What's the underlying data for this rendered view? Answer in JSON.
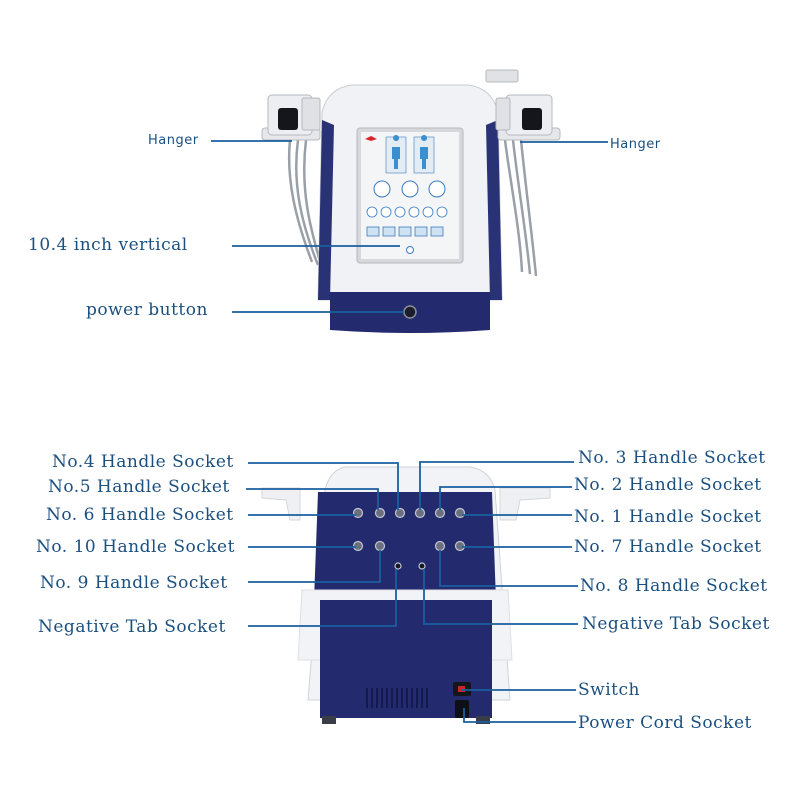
{
  "front_view": {
    "hanger_left": "Hanger",
    "hanger_right": "Hanger",
    "screen": "10.4 inch vertical",
    "power": "power button"
  },
  "back_view": {
    "sockets_left": [
      "No.4 Handle Socket",
      "No.5 Handle Socket",
      "No. 6 Handle Socket",
      "No. 10 Handle Socket",
      "No. 9 Handle Socket",
      "Negative Tab Socket"
    ],
    "sockets_right": [
      "No. 3 Handle Socket",
      "No. 2 Handle Socket",
      "No. 1 Handle Socket",
      "No. 7 Handle Socket",
      "No. 8 Handle Socket",
      "Negative Tab Socket"
    ],
    "switch": "Switch",
    "power_cord": "Power Cord Socket"
  },
  "colors": {
    "label_text": "#1a4f80",
    "leader_line": "#1a5fa0",
    "navy_panel": "#232a6e",
    "body_white": "#f2f3f6"
  }
}
